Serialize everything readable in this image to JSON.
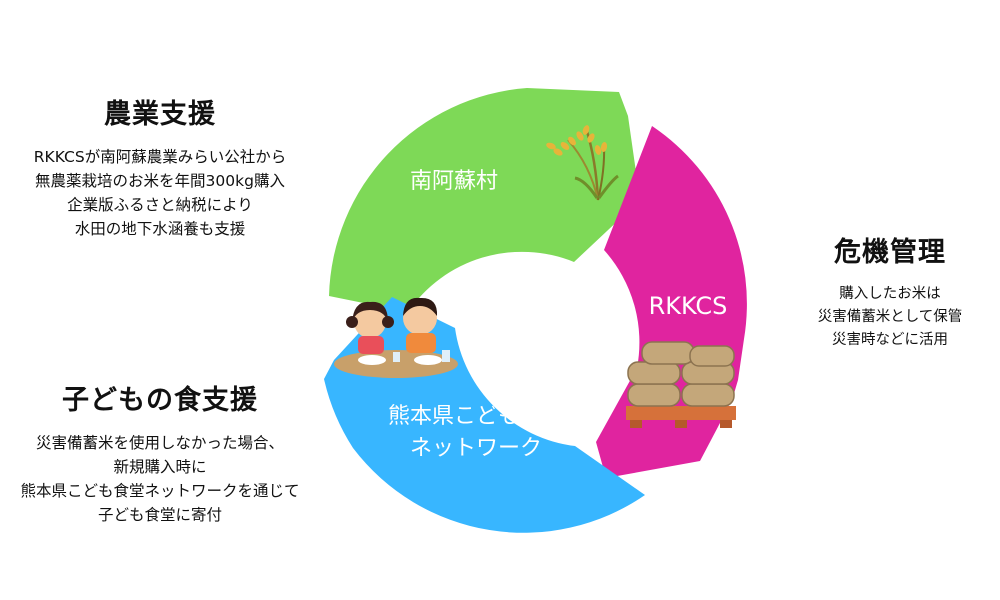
{
  "agriculture": {
    "title": "農業支援",
    "lines": [
      "RKKCSが南阿蘇農業みらい公社から",
      "無農薬栽培のお米を年間300kg購入",
      "企業版ふるさと納税により",
      "水田の地下水涵養も支援"
    ]
  },
  "risk": {
    "title": "危機管理",
    "lines": [
      "購入したお米は",
      "災害備蓄米として保管",
      "災害時などに活用"
    ]
  },
  "children": {
    "title": "子どもの食支援",
    "lines": [
      "災害備蓄米を使用しなかった場合、",
      "新規購入時に",
      "熊本県こども食堂ネットワークを通じて",
      "子ども食堂に寄付"
    ]
  },
  "cycle": {
    "green_label": "南阿蘇村",
    "magenta_label": "RKKCS",
    "blue_label_line1": "熊本県こども食堂",
    "blue_label_line2": "ネットワーク",
    "colors": {
      "green": "#7ed957",
      "magenta": "#e0249f",
      "blue": "#38b6ff"
    },
    "icons": [
      "rice-plant-icon",
      "rice-sacks-icon",
      "children-eating-icon"
    ]
  }
}
